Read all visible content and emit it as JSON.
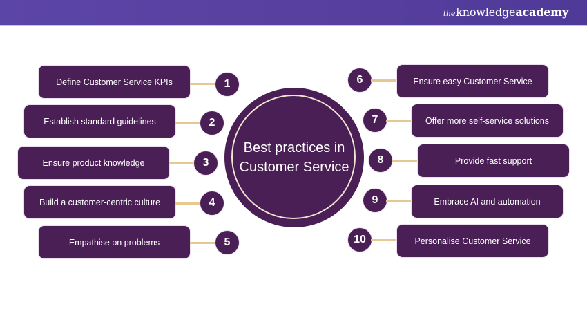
{
  "header": {
    "logo": {
      "prefix": "the",
      "part1": "knowledge",
      "part2": "academy"
    }
  },
  "diagram": {
    "center_title": "Best practices in Customer Service",
    "colors": {
      "primary": "#4a1f55",
      "connector": "#e6c98e",
      "header": "#5b45a6",
      "ring": "#f1e4d2"
    },
    "items": [
      {
        "number": "1",
        "label": "Define Customer Service KPIs"
      },
      {
        "number": "2",
        "label": "Establish standard guidelines"
      },
      {
        "number": "3",
        "label": "Ensure product knowledge"
      },
      {
        "number": "4",
        "label": "Build a customer-centric culture"
      },
      {
        "number": "5",
        "label": "Empathise on problems"
      },
      {
        "number": "6",
        "label": "Ensure easy Customer Service"
      },
      {
        "number": "7",
        "label": "Offer more self-service solutions"
      },
      {
        "number": "8",
        "label": "Provide fast support"
      },
      {
        "number": "9",
        "label": "Embrace AI and automation"
      },
      {
        "number": "10",
        "label": "Personalise Customer Service"
      }
    ]
  }
}
